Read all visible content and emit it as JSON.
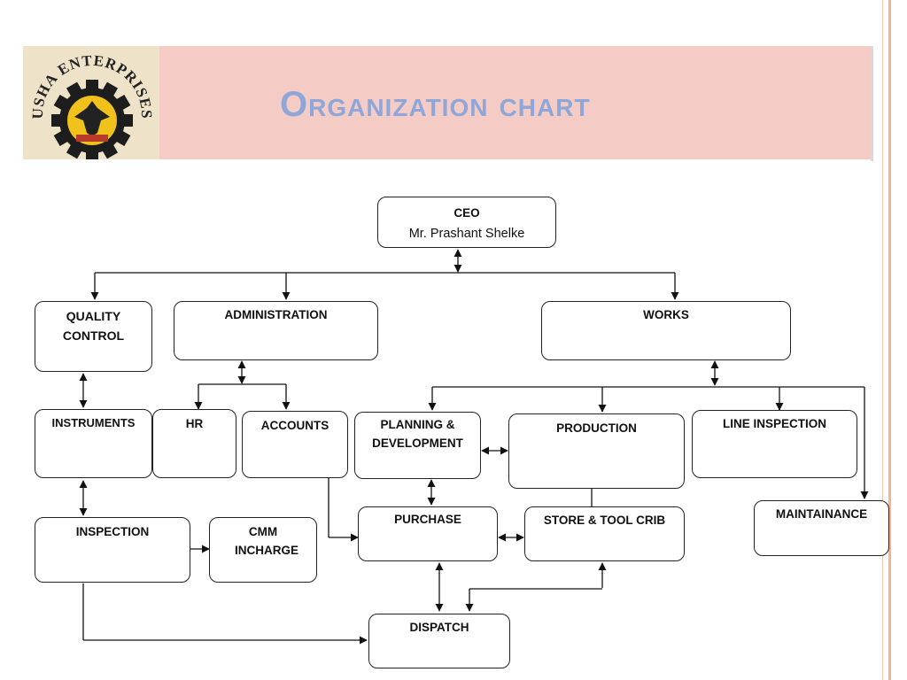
{
  "header": {
    "title": "Organization chart",
    "logo_text": "USHA ENTERPRISES",
    "colors": {
      "band": "#f5ccc5",
      "title": "#8ea6d8",
      "frame": "#f1b591"
    }
  },
  "org_chart": {
    "ceo": {
      "title": "CEO",
      "name": "Mr. Prashant Shelke"
    },
    "quality_control": "QUALITY CONTROL",
    "administration": "ADMINISTRATION",
    "works": "WORKS",
    "instruments": "INSTRUMENTS",
    "hr": "HR",
    "accounts": "ACCOUNTS",
    "planning": "PLANNING & DEVELOPMENT",
    "production": "PRODUCTION",
    "line_inspection": "LINE INSPECTION",
    "maintainance": "MAINTAINANCE",
    "inspection": "INSPECTION",
    "cmm_incharge": "CMM INCHARGE",
    "purchase": "PURCHASE",
    "store_tool_crib": "STORE & TOOL CRIB",
    "dispatch": "DISPATCH"
  }
}
